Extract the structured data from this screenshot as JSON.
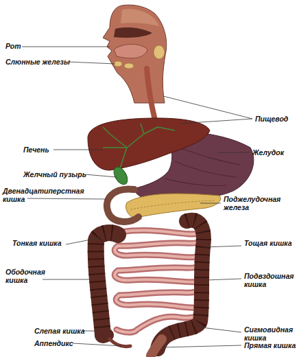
{
  "diagram": {
    "labels": [
      "Рот",
      "Слюнные железы",
      "Пищевод",
      "Печень",
      "Желудок",
      "Желчный пузырь",
      "Двенадцатиперстная кишка",
      "Поджелудочная железа",
      "Тонкая кишка",
      "Тощая кишка",
      "Ободочная кишка",
      "Подвздошная кишка",
      "Слепая кишка",
      "Сигмовидная кишка",
      "Аппендикс",
      "Прямая кишка"
    ]
  }
}
